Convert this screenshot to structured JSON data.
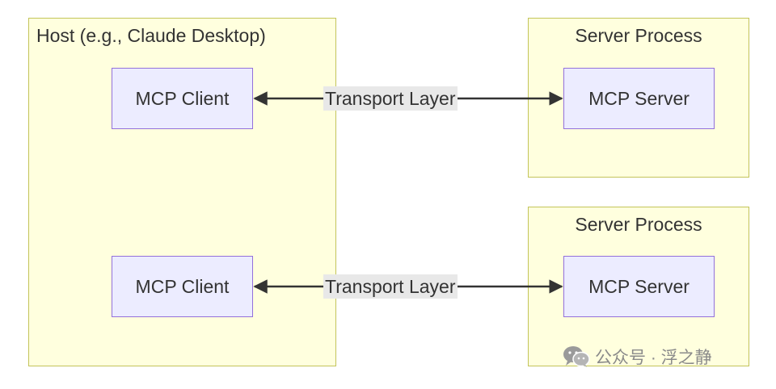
{
  "host": {
    "title": "Host (e.g., Claude Desktop)"
  },
  "server_processes": [
    {
      "title": "Server Process",
      "server_label": "MCP Server"
    },
    {
      "title": "Server Process",
      "server_label": "MCP Server"
    }
  ],
  "clients": [
    {
      "label": "MCP Client"
    },
    {
      "label": "MCP Client"
    }
  ],
  "edges": [
    {
      "label": "Transport Layer"
    },
    {
      "label": "Transport Layer"
    }
  ],
  "watermark": {
    "text": "公众号 · 浮之静",
    "icon": "wechat-icon"
  },
  "colors": {
    "cluster_fill": "#ffffde",
    "cluster_border": "#c3c45a",
    "node_fill": "#ececff",
    "node_border": "#9370db",
    "edge_label_bg": "#e8e8e8",
    "arrow": "#333333"
  }
}
